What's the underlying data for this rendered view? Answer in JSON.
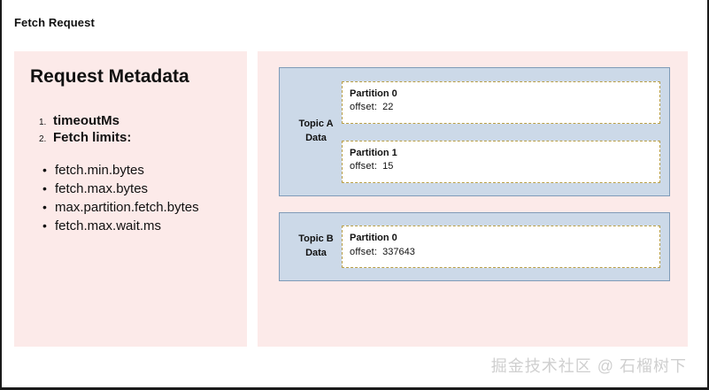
{
  "header": {
    "title": "Fetch Request"
  },
  "metadata_panel": {
    "title": "Request Metadata",
    "numbered_items": [
      {
        "marker": "1.",
        "label": "timeoutMs"
      },
      {
        "marker": "2.",
        "label": "Fetch limits:"
      }
    ],
    "bullet_items": [
      "fetch.min.bytes",
      "fetch.max.bytes",
      "max.partition.fetch.bytes",
      "fetch.max.wait.ms"
    ],
    "bullet_glyph": "•"
  },
  "data_panel": {
    "topics": [
      {
        "label_line1": "Topic A",
        "label_line2": "Data",
        "partitions": [
          {
            "name": "Partition 0",
            "offset_key": "offset:",
            "offset_value": "22"
          },
          {
            "name": "Partition 1",
            "offset_key": "offset:",
            "offset_value": "15"
          }
        ]
      },
      {
        "label_line1": "Topic B",
        "label_line2": "Data",
        "partitions": [
          {
            "name": "Partition 0",
            "offset_key": "offset:",
            "offset_value": "337643"
          }
        ]
      }
    ]
  },
  "watermark": {
    "text": "掘金技术社区 @ 石榴树下"
  },
  "colors": {
    "panel_pink": "#fceae9",
    "topic_blue": "#ccd9e8",
    "topic_border": "#7f9bb8",
    "partition_border": "#b99f47",
    "text": "#111111",
    "watermark": "#cfcfcf"
  }
}
